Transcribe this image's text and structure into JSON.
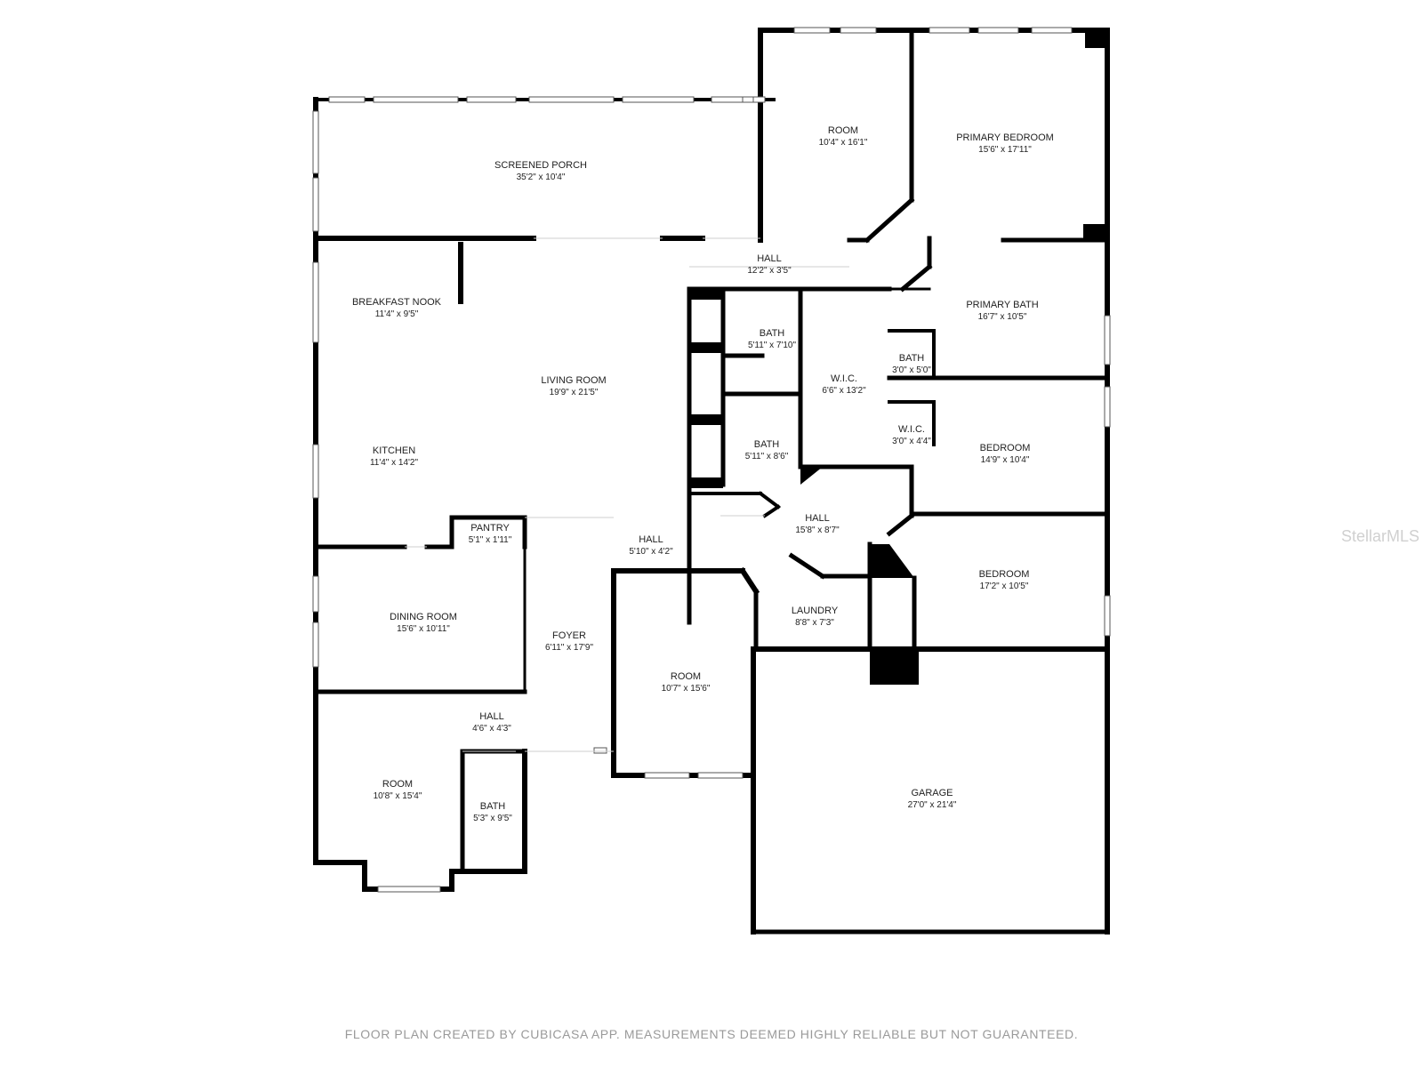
{
  "rooms": [
    {
      "id": "screened-porch",
      "name": "SCREENED PORCH",
      "dims": "35'2\" x 10'4\""
    },
    {
      "id": "room-top",
      "name": "ROOM",
      "dims": "10'4\" x 16'1\""
    },
    {
      "id": "primary-bedroom",
      "name": "PRIMARY BEDROOM",
      "dims": "15'6\" x 17'11\""
    },
    {
      "id": "hall-top",
      "name": "HALL",
      "dims": "12'2\" x 3'5\""
    },
    {
      "id": "breakfast-nook",
      "name": "BREAKFAST NOOK",
      "dims": "11'4\" x 9'5\""
    },
    {
      "id": "primary-bath",
      "name": "PRIMARY BATH",
      "dims": "16'7\" x 10'5\""
    },
    {
      "id": "bath-1",
      "name": "BATH",
      "dims": "5'11\" x 7'10\""
    },
    {
      "id": "living-room",
      "name": "LIVING ROOM",
      "dims": "19'9\" x 21'5\""
    },
    {
      "id": "wic-1",
      "name": "W.I.C.",
      "dims": "6'6\" x 13'2\""
    },
    {
      "id": "bath-2",
      "name": "BATH",
      "dims": "3'0\" x 5'0\""
    },
    {
      "id": "wic-2",
      "name": "W.I.C.",
      "dims": "3'0\" x 4'4\""
    },
    {
      "id": "bath-3",
      "name": "BATH",
      "dims": "5'11\" x 8'6\""
    },
    {
      "id": "kitchen",
      "name": "KITCHEN",
      "dims": "11'4\" x 14'2\""
    },
    {
      "id": "bedroom-1",
      "name": "BEDROOM",
      "dims": "14'9\" x 10'4\""
    },
    {
      "id": "hall-center",
      "name": "HALL",
      "dims": "15'8\" x 8'7\""
    },
    {
      "id": "pantry",
      "name": "PANTRY",
      "dims": "5'1\" x 1'11\""
    },
    {
      "id": "hall-foyer",
      "name": "HALL",
      "dims": "5'10\" x 4'2\""
    },
    {
      "id": "bedroom-2",
      "name": "BEDROOM",
      "dims": "17'2\" x 10'5\""
    },
    {
      "id": "dining-room",
      "name": "DINING ROOM",
      "dims": "15'6\" x 10'11\""
    },
    {
      "id": "laundry",
      "name": "LAUNDRY",
      "dims": "8'8\" x 7'3\""
    },
    {
      "id": "foyer",
      "name": "FOYER",
      "dims": "6'11\" x 17'9\""
    },
    {
      "id": "room-mid",
      "name": "ROOM",
      "dims": "10'7\" x 15'6\""
    },
    {
      "id": "hall-small",
      "name": "HALL",
      "dims": "4'6\" x 4'3\""
    },
    {
      "id": "garage",
      "name": "GARAGE",
      "dims": "27'0\" x 21'4\""
    },
    {
      "id": "room-bottom",
      "name": "ROOM",
      "dims": "10'8\" x 15'4\""
    },
    {
      "id": "bath-4",
      "name": "BATH",
      "dims": "5'3\" x 9'5\""
    }
  ],
  "footer": {
    "disclaimer": "FLOOR PLAN CREATED BY CUBICASA APP. MEASUREMENTS DEEMED HIGHLY RELIABLE BUT NOT GUARANTEED.",
    "watermark": "StellarMLS"
  },
  "colors": {
    "wall": "#000000",
    "text": "#222222",
    "disclaimer": "#9a9a9a"
  }
}
